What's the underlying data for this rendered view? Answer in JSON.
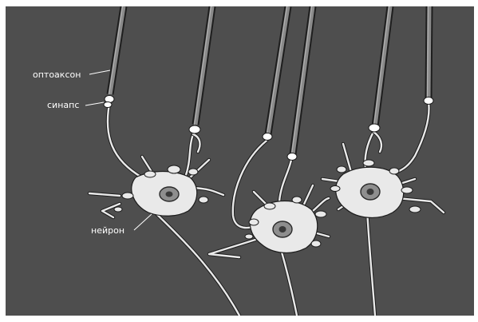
{
  "labels": {
    "optoaxon": "оптоаксон",
    "synapse": "синапс",
    "neuron": "нейрон"
  },
  "colors": {
    "background": "#4e4e4e",
    "cell_fill": "#e9e9e9",
    "outline": "#1c1c1c",
    "axon_core": "#8a8a8a",
    "nucleus": "#8e8e8e",
    "label_text": "#ffffff"
  }
}
